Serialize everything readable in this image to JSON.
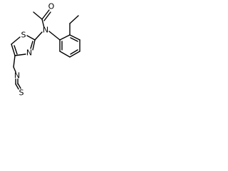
{
  "molecule": {
    "atoms": {
      "oxygen": "O",
      "amide_nitrogen": "N",
      "ring_sulfur": "S",
      "ring_nitrogen": "N",
      "isothiocyanate_nitrogen": "N",
      "isothiocyanate_sulfur": "S"
    }
  }
}
